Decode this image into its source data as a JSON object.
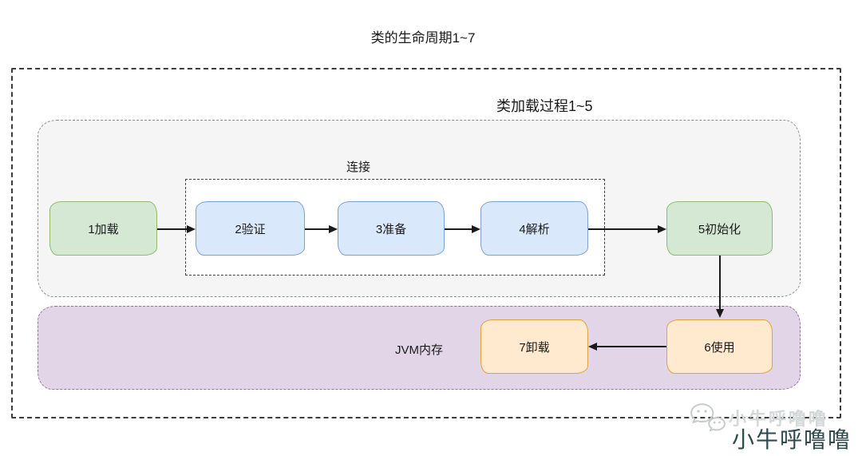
{
  "title": "类的生命周期1~7",
  "groups": {
    "lifecycle": {
      "label": "类加载过程1~5"
    },
    "linking": {
      "label": "连接"
    },
    "jvm_memory": {
      "label": "JVM内存"
    }
  },
  "nodes": {
    "load": {
      "label": "1加载",
      "color": "green"
    },
    "verify": {
      "label": "2验证",
      "color": "blue"
    },
    "prepare": {
      "label": "3准备",
      "color": "blue"
    },
    "resolve": {
      "label": "4解析",
      "color": "blue"
    },
    "initialize": {
      "label": "5初始化",
      "color": "green"
    },
    "use": {
      "label": "6使用",
      "color": "orange"
    },
    "unload": {
      "label": "7卸载",
      "color": "orange"
    }
  },
  "edges": [
    {
      "from": "1加载",
      "to": "2验证"
    },
    {
      "from": "2验证",
      "to": "3准备"
    },
    {
      "from": "3准备",
      "to": "4解析"
    },
    {
      "from": "4解析",
      "to": "5初始化"
    },
    {
      "from": "5初始化",
      "to": "6使用"
    },
    {
      "from": "6使用",
      "to": "7卸载"
    }
  ],
  "watermark": {
    "icon": "wechat-icon",
    "line1": "小牛呼噜噜",
    "line2": "小牛呼噜噜"
  },
  "colors": {
    "stage_green_fill": "#d5e8d4",
    "stage_green_border": "#8cba72",
    "stage_blue_fill": "#dae8fc",
    "stage_blue_border": "#7d9fd1",
    "stage_orange_fill": "#ffe9cf",
    "stage_orange_border": "#e0a23f",
    "memory_purple_fill": "#e1d5e7",
    "memory_purple_border": "#9673a6",
    "process_gray_fill": "#f5f5f5",
    "watermark_gray": "#d3d8d8",
    "watermark_teal": "#2d4a4c"
  }
}
